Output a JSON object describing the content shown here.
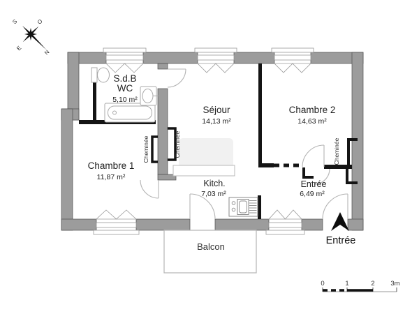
{
  "compass": {
    "s": "S",
    "o": "O",
    "e": "E",
    "n": "N"
  },
  "rooms": {
    "sdb": {
      "line1": "S.d.B",
      "line2": "WC",
      "area": "5,10 m²"
    },
    "sejour": {
      "name": "Séjour",
      "area": "14,13 m²"
    },
    "chambre2": {
      "name": "Chambre 2",
      "area": "14,63 m²"
    },
    "chambre1": {
      "name": "Chambre 1",
      "area": "11,87 m²"
    },
    "kitchen": {
      "name": "Kitch.",
      "area": "7,03 m²"
    },
    "entree": {
      "name": "Entrée",
      "area": "6,49 m²"
    },
    "balcony": {
      "name": "Balcon"
    }
  },
  "fireplace_label": "Cheminée",
  "entrance": {
    "label": "Entrée"
  },
  "scale": {
    "t0": "0",
    "t1": "1",
    "t2": "2",
    "t3": "3m"
  },
  "colors": {
    "wall_gray": "#9c9c9c",
    "partition_black": "#141414",
    "fixture_gray": "#a9a9a9"
  }
}
